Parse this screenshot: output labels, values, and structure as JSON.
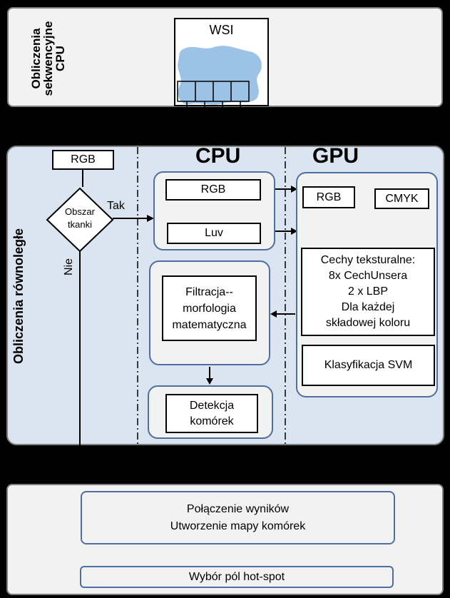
{
  "top": {
    "side_label_1": "Obliczenia",
    "side_label_2": "sekwencyjne",
    "side_label_3": "CPU",
    "wsi": "WSI"
  },
  "middle": {
    "side_label": "Obliczenia równoległe",
    "rgb_input": "RGB",
    "decision_1": "Obszar",
    "decision_2": "tkanki",
    "yes": "Tak",
    "no": "Nie",
    "cpu_header": "CPU",
    "gpu_header": "GPU",
    "cpu_rgb": "RGB",
    "cpu_luv": "Luv",
    "filtr_1": "Filtracja--",
    "filtr_2": "morfologia",
    "filtr_3": "matematyczna",
    "detect_1": "Detekcja",
    "detect_2": "komórek",
    "gpu_rgb": "RGB",
    "gpu_cmyk": "CMYK",
    "feat_1": "Cechy teksturalne:",
    "feat_2": "8x CechUnsera",
    "feat_3": "2 x LBP",
    "feat_4": "Dla każdej",
    "feat_5": "składowej koloru",
    "svm": "Klasyfikacja SVM"
  },
  "bottom": {
    "merge_1": "Połączenie wyników",
    "merge_2": "Utworzenie mapy komórek",
    "hotspot": "Wybór pól hot-spot"
  }
}
